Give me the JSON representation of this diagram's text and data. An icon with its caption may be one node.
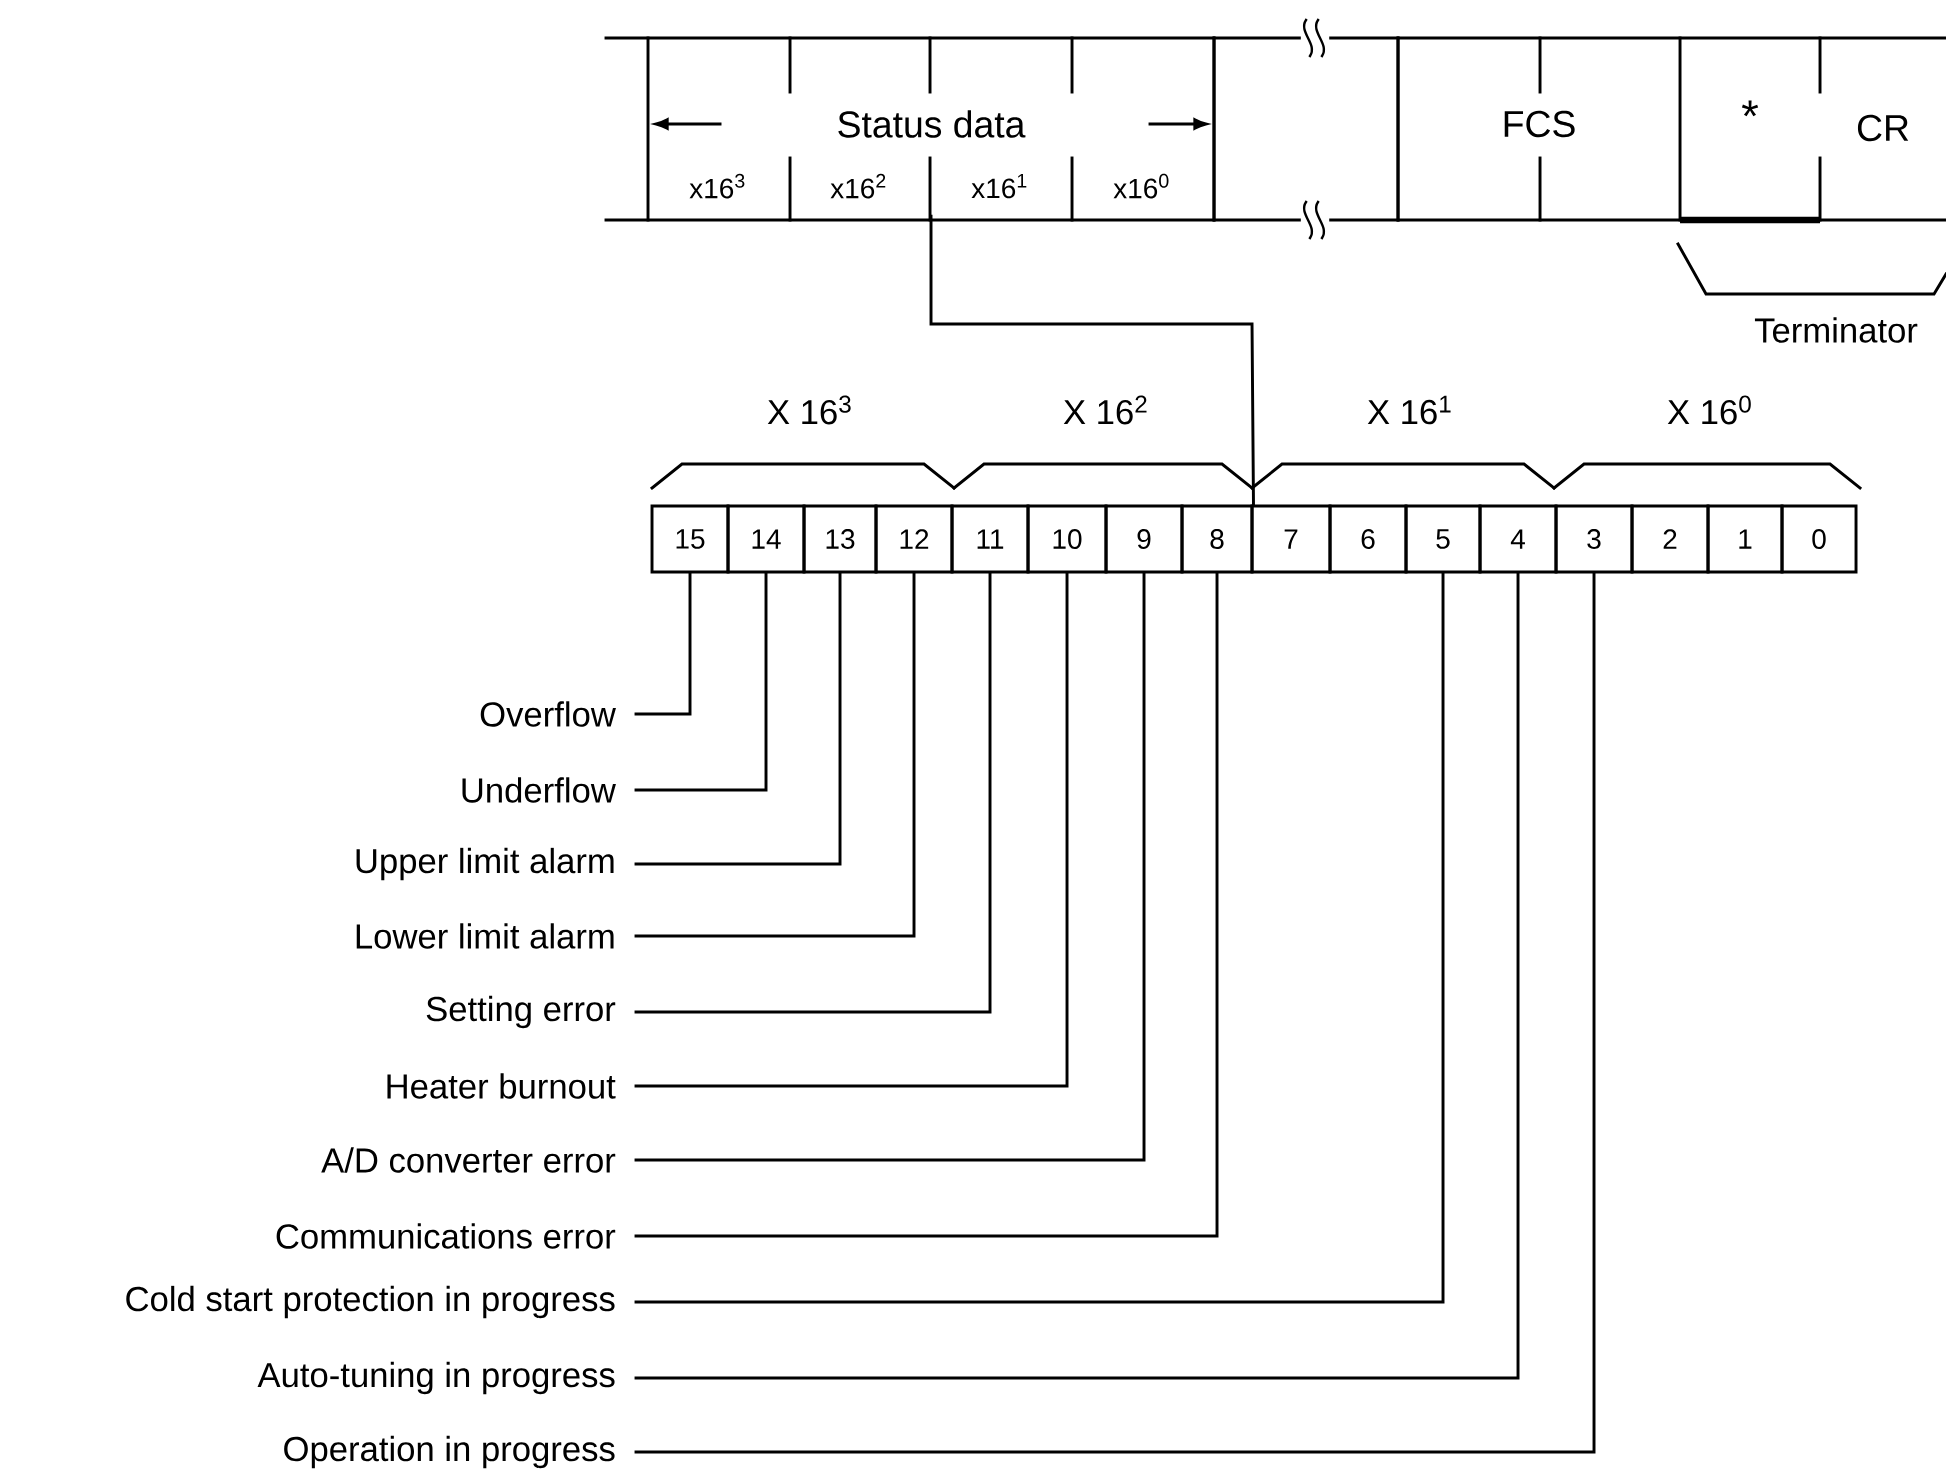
{
  "diagram": {
    "nodes": [
      {
        "text": [
          "Status data"
        ]
      },
      {
        "text": [
          "x16$^{3}$"
        ],
        "in": 0
      },
      {
        "text": [
          "x16$^{2}$"
        ],
        "in": 0
      },
      {
        "text": [
          "x16$^{1}$"
        ],
        "in": 0
      },
      {
        "text": [
          "x16$^{0}$"
        ],
        "in": 0
      },
      {
        "text": [],
        "shape": "box"
      },
      {
        "text": [
          "FCS"
        ]
      },
      {
        "text": [
          "*"
        ]
      },
      {
        "text": [
          "CR"
        ]
      },
      {
        "text": [
          "15"
        ]
      },
      {
        "text": [
          "14"
        ]
      },
      {
        "text": [
          "13"
        ]
      },
      {
        "text": [
          "12"
        ]
      },
      {
        "text": [
          "11"
        ]
      },
      {
        "text": [
          "10"
        ]
      },
      {
        "text": [
          "9"
        ]
      },
      {
        "text": [
          "8"
        ]
      },
      {
        "text": [
          "7"
        ]
      },
      {
        "text": [
          "6"
        ]
      },
      {
        "text": [
          "5"
        ]
      },
      {
        "text": [
          "4"
        ]
      },
      {
        "text": [
          "3"
        ]
      },
      {
        "text": [
          "2"
        ]
      },
      {
        "text": [
          "1"
        ]
      },
      {
        "text": [
          "0"
        ]
      },
      {
        "text": [
          "Overflow"
        ]
      },
      {
        "text": [
          "Underflow"
        ]
      },
      {
        "text": [
          "Upper limit alarm"
        ]
      },
      {
        "text": [
          "Lower limit alarm"
        ]
      },
      {
        "text": [
          "Setting error"
        ]
      },
      {
        "text": [
          "Heater burnout"
        ]
      },
      {
        "text": [
          "A/D converter error"
        ]
      },
      {
        "text": [
          "Communications error"
        ]
      },
      {
        "text": [
          "Cold start protection in progress"
        ]
      },
      {
        "text": [
          "Auto-tuning in progress"
        ]
      },
      {
        "text": [
          "Operation in progress"
        ]
      }
    ],
    "edges": [
      {
        "from": 0,
        "to": 16,
        "arrow": "none"
      },
      {
        "from": 25,
        "to": 9,
        "arrow": "none"
      },
      {
        "from": 26,
        "to": 10,
        "arrow": "none"
      },
      {
        "from": 27,
        "to": 11,
        "arrow": "none"
      },
      {
        "from": 28,
        "to": 12,
        "arrow": "none"
      },
      {
        "from": 29,
        "to": 13,
        "arrow": "none"
      },
      {
        "from": 30,
        "to": 14,
        "arrow": "none"
      },
      {
        "from": 31,
        "to": 15,
        "arrow": "none"
      },
      {
        "from": 32,
        "to": 16,
        "arrow": "none"
      },
      {
        "from": 33,
        "to": 19,
        "arrow": "none"
      },
      {
        "from": 34,
        "to": 20,
        "arrow": "none"
      },
      {
        "from": 35,
        "to": 21,
        "arrow": "none"
      }
    ],
    "labels": [
      "Terminator",
      "X 16$^{3}$",
      "X 16$^{2}$",
      "X 16$^{1}$",
      "X 16$^{0}$"
    ]
  }
}
